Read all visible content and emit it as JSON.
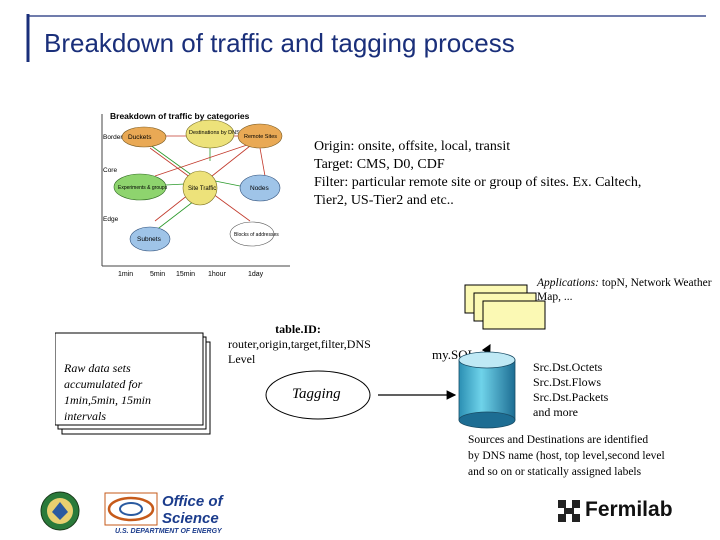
{
  "title": "Breakdown of traffic and tagging process",
  "figure": {
    "caption": "Breakdown of traffic by categories",
    "row_labels": [
      "Border",
      "Core",
      "Edge"
    ],
    "nodes": {
      "duckets": "Duckets",
      "destinations": "Destinations by DNS",
      "remote_sites": "Remote Sites",
      "exp": "Experiments & groups",
      "site_traffic": "Site Traffic",
      "nodes": "Nodes",
      "subnets": "Subnets",
      "blocks": "Blocks of addresses"
    },
    "time_labels": [
      "1min",
      "5min",
      "15min",
      "1hour",
      "1day"
    ]
  },
  "description_lines": [
    "Origin: onsite, offsite, local, transit",
    "Target: CMS, D0, CDF",
    "Filter: particular remote site or group of sites. Ex. Caltech,",
    "Tier2, US-Tier2 and etc.."
  ],
  "applications": {
    "label": "Applications:",
    "text": " topN, Network Weather Map, ..."
  },
  "table_id": {
    "heading": "table.ID:",
    "text": "router,origin,target,filter,DNS Level"
  },
  "raw_data": [
    "Raw data sets",
    "accumulated  for",
    "1min,5min, 15min",
    "intervals"
  ],
  "tagging": "Tagging",
  "mysql": "my.SQL",
  "fields": [
    "Src.Dst.Octets",
    "Src.Dst.Flows",
    "Src.Dst.Packets",
    "and more"
  ],
  "sources": [
    "Sources and Destinations are identified",
    "by DNS name (host, top level,second level",
    "and so on or statically assigned labels"
  ],
  "logos": {
    "office_line1": "Office of",
    "office_line2": "Science",
    "office_line3": "U.S. DEPARTMENT OF ENERGY",
    "fermilab": "Fermilab"
  },
  "colors": {
    "title": "#1a2f7a",
    "node_orange": "#e9a955",
    "node_yellow": "#ede27a",
    "node_blue": "#9fc4e8",
    "node_green": "#8ed46e",
    "app_box": "#fbf9b4",
    "cylinder": "#3fb9d6"
  }
}
